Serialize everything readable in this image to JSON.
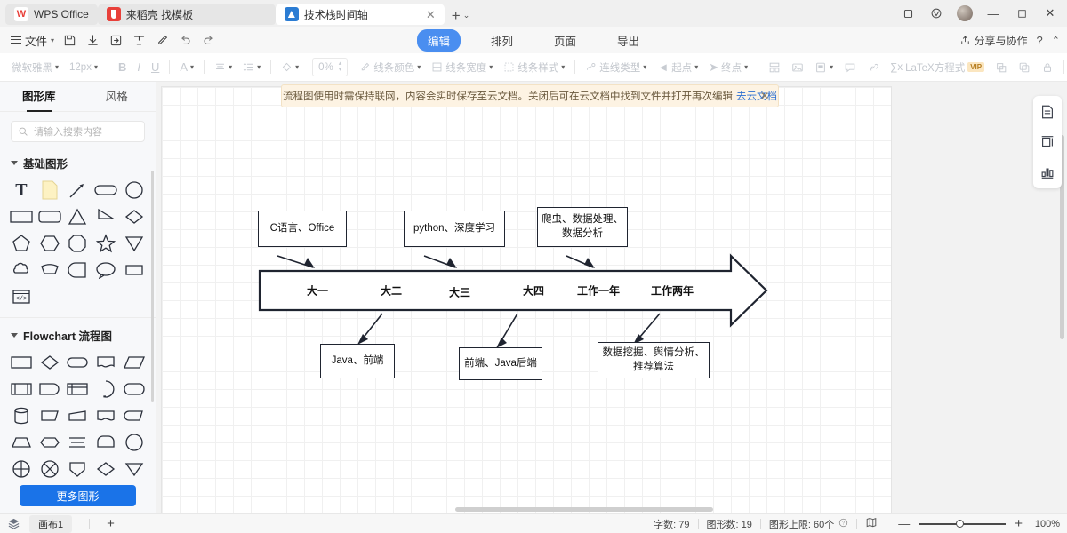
{
  "titlebar": {
    "tabs": [
      {
        "label": "WPS Office",
        "icon": "wps-logo-icon",
        "kind": "plain"
      },
      {
        "label": "来稻壳 找模板",
        "icon": "docer-icon",
        "kind": "doc"
      },
      {
        "label": "技术栈时间轴",
        "icon": "flowchart-icon",
        "kind": "active",
        "close": "✕"
      }
    ],
    "new_tab": "+",
    "new_tab_caret": "⌄",
    "window": {
      "restore": "❐",
      "minimize": "—",
      "maximize": "▢",
      "close": "✕"
    }
  },
  "menurow": {
    "file_label": "文件",
    "quick_icons": [
      "save-icon",
      "download-icon",
      "export-icon",
      "format-painter-icon",
      "pen-icon",
      "undo-icon",
      "redo-icon"
    ],
    "ribbon_tabs": [
      {
        "label": "编辑",
        "selected": true
      },
      {
        "label": "排列",
        "selected": false
      },
      {
        "label": "页面",
        "selected": false
      },
      {
        "label": "导出",
        "selected": false
      }
    ],
    "share_label": "分享与协作",
    "help_label": "?",
    "collapse_label": "⌃"
  },
  "formatbar": {
    "font_name": "微软雅黑",
    "font_size": "12px",
    "bold": "B",
    "italic": "I",
    "underline": "U",
    "font_color": "A",
    "align": "align-icon",
    "line_spacing": "line-spacing-icon",
    "fill": "fill-icon",
    "opacity": "0%",
    "line_color": "线条颜色",
    "line_width": "线条宽度",
    "line_style": "线条样式",
    "connector_type": "连线类型",
    "start_point": "起点",
    "end_point": "终点",
    "items_right": [
      "layout-icon",
      "image-icon",
      "note-icon",
      "comment-icon",
      "link-icon"
    ],
    "latex": "LaTeX方程式",
    "latex_sigma": "∑x",
    "vip_badge": "VIP",
    "group_icon": "group-icon",
    "copy-style_icon": "copy-style-icon",
    "lock_icon": "lock-icon",
    "more_icon": "more-icon"
  },
  "leftpanel": {
    "tabs": [
      {
        "label": "图形库",
        "selected": true
      },
      {
        "label": "风格",
        "selected": false
      }
    ],
    "search_placeholder": "请输入搜索内容",
    "sections": [
      {
        "title": "基础图形",
        "count": 21
      },
      {
        "title": "Flowchart 流程图",
        "count": 24
      }
    ],
    "more_button": "更多图形"
  },
  "canvas": {
    "notice": {
      "text": "流程图使用时需保持联网，内容会实时保存至云文档。关闭后可在云文档中找到文件并打开再次编辑",
      "link": "去云文档",
      "close": "✕"
    }
  },
  "diagram": {
    "title": "技术栈时间轴",
    "timeline_labels": [
      "大一",
      "大二",
      "大三",
      "大四",
      "工作一年",
      "工作两年"
    ],
    "top_boxes": [
      {
        "text": "C语言、Office"
      },
      {
        "text": "python、深度学习"
      },
      {
        "text": "爬虫、数据处理、\n数据分析"
      }
    ],
    "bottom_boxes": [
      {
        "text": "Java、前端"
      },
      {
        "text": "前端、Java后端"
      },
      {
        "text": "数据挖掘、舆情分析、\n推荐算法"
      }
    ]
  },
  "rightdock": {
    "icons": [
      "page-settings-icon",
      "align-icon",
      "chart-icon"
    ]
  },
  "statusbar": {
    "layers_icon": "layers-icon",
    "sheet_tab": "画布1",
    "add_sheet": "+",
    "word_count": "字数: 79",
    "shape_count": "图形数: 19",
    "shape_limit": "图形上限: 60个",
    "help_icon": "?",
    "map_icon": "minimap-icon",
    "zoom_out": "—",
    "zoom_in": "+",
    "zoom_level": "100%"
  },
  "colors": {
    "accent": "#4a8ef0",
    "more_button": "#1a73e8",
    "notice_bg": "#fdf3e3",
    "stroke": "#1f2430"
  }
}
